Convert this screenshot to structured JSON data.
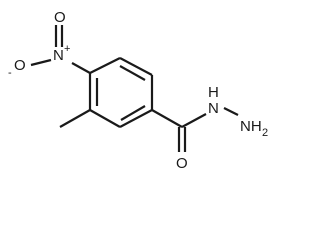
{
  "molecule": {
    "atoms": {
      "nitro_n": "N",
      "nitro_n_charge": "+",
      "nitro_o_top": "O",
      "nitro_o_left": "O",
      "nitro_o_left_charge": "-",
      "carbonyl_o": "O",
      "amide_nh": "N",
      "amide_nh_h": "H",
      "terminal_nh2": "NH",
      "terminal_nh2_sub": "2"
    }
  }
}
